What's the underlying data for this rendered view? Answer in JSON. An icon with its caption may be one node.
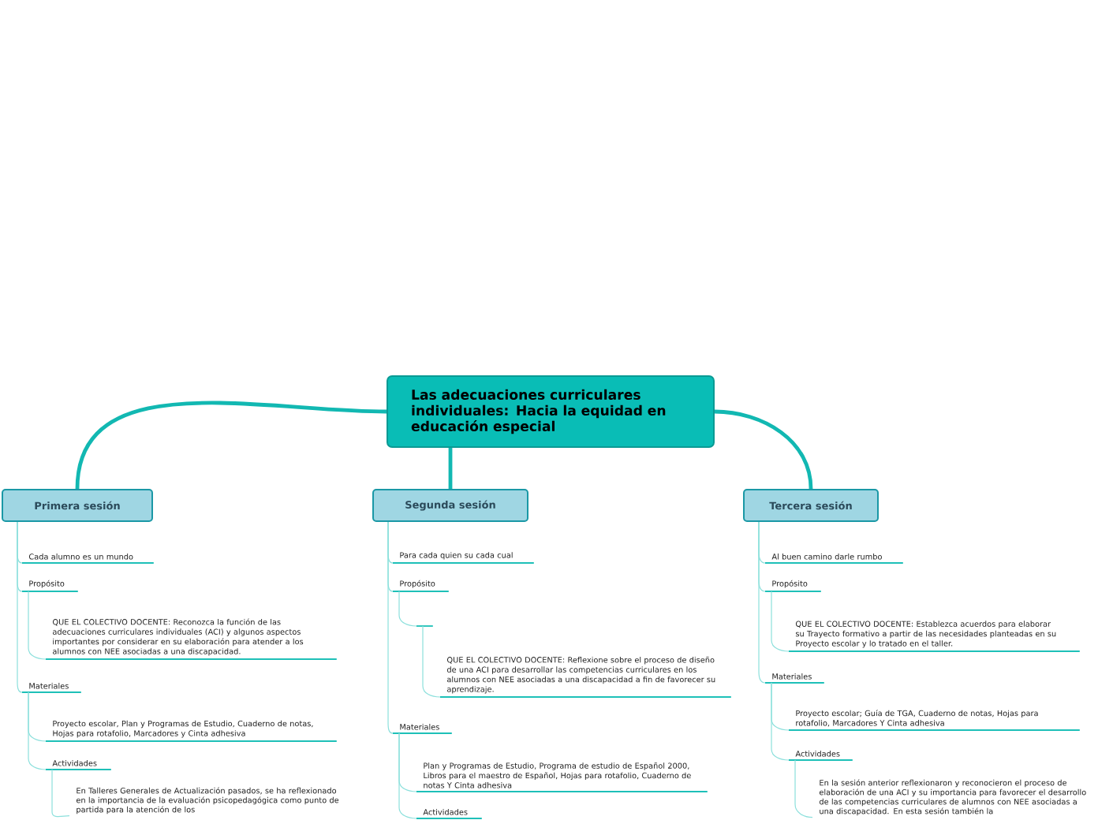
{
  "diagram": {
    "nodes": [
      {
        "text": [
          "Las adecuaciones curriculares individuales: Hacia la equidad en educación especial"
        ]
      },
      {
        "text": [
          "Primera sesión"
        ]
      },
      {
        "text": [
          "Segunda sesión"
        ]
      },
      {
        "text": [
          "Tercera sesión"
        ]
      },
      {
        "text": [
          "Cada alumno es un mundo"
        ]
      },
      {
        "text": [
          "Propósito"
        ]
      },
      {
        "text": [
          "QUE EL COLECTIVO DOCENTE:   Reconozca la función de las adecuaciones curriculares individuales (ACI) y algunos aspectos importantes por considerar en su elaboración para atender a los alumnos con NEE asociadas a una discapacidad."
        ]
      },
      {
        "text": [
          "Materiales"
        ]
      },
      {
        "text": [
          "Proyecto escolar, Plan y Programas de Estudio, Cuaderno de notas, Hojas para rotafolio, Marcadores y Cinta adhesiva"
        ]
      },
      {
        "text": [
          "Actividades"
        ]
      },
      {
        "text": [
          "En Talleres Generales de Actualización pasados, se ha reflexionado en la importancia de  la evaluación psicopedagógica como punto de partida para la atención de los"
        ]
      },
      {
        "text": [
          "Para cada quien su cada cual"
        ]
      },
      {
        "text": [
          "Propósito"
        ]
      },
      {
        "text": [],
        "shape": "bar"
      },
      {
        "text": [
          "QUE EL COLECTIVO DOCENTE:  Reflexione sobre el proceso de diseño de una ACI para desarrollar las competencias curriculares en los alumnos con NEE asociadas a una discapacidad a fin de favorecer su aprendizaje."
        ]
      },
      {
        "text": [
          "Materiales"
        ]
      },
      {
        "text": [
          "Plan y Programas de Estudio, Programa de estudio de Español 2000, Libros para el maestro de Español, Hojas para rotafolio, Cuaderno de notas Y Cinta adhesiva"
        ]
      },
      {
        "text": [
          "Actividades"
        ]
      },
      {
        "text": [
          "Al buen camino darle rumbo"
        ]
      },
      {
        "text": [
          "Propósito"
        ]
      },
      {
        "text": [
          "QUE EL COLECTIVO DOCENTE:  Establezca acuerdos para elaborar su Trayecto formativo a partir de las necesidades planteadas en su Proyecto escolar y lo tratado en el taller."
        ]
      },
      {
        "text": [
          "Materiales"
        ]
      },
      {
        "text": [
          "Proyecto escolar; Guía de TGA, Cuaderno de notas, Hojas para rotafolio, Marcadores Y Cinta adhesiva"
        ]
      },
      {
        "text": [
          "Actividades"
        ]
      },
      {
        "text": [
          "En la sesión  anterior  reflexionaron y reconocieron el proceso de elaboración de una ACI y su importancia para favorecer el desarrollo de las competencias curriculares de alumnos con NEE asociadas a una discapacidad. En esta sesión también la"
        ]
      }
    ],
    "edges": [
      {
        "from": 0,
        "to": 1,
        "arrow": "none",
        "style": "thick",
        "color": "#12b8b2"
      },
      {
        "from": 0,
        "to": 2,
        "arrow": "none",
        "style": "thick",
        "color": "#12b8b2"
      },
      {
        "from": 0,
        "to": 3,
        "arrow": "none",
        "style": "thick",
        "color": "#12b8b2"
      },
      {
        "from": 1,
        "to": 4,
        "arrow": "none"
      },
      {
        "from": 1,
        "to": 5,
        "arrow": "none"
      },
      {
        "from": 5,
        "to": 6,
        "arrow": "none"
      },
      {
        "from": 1,
        "to": 7,
        "arrow": "none"
      },
      {
        "from": 7,
        "to": 8,
        "arrow": "none"
      },
      {
        "from": 7,
        "to": 9,
        "arrow": "none"
      },
      {
        "from": 9,
        "to": 10,
        "arrow": "none"
      },
      {
        "from": 2,
        "to": 11,
        "arrow": "none"
      },
      {
        "from": 2,
        "to": 12,
        "arrow": "none"
      },
      {
        "from": 12,
        "to": 13,
        "arrow": "none"
      },
      {
        "from": 13,
        "to": 14,
        "arrow": "none"
      },
      {
        "from": 2,
        "to": 15,
        "arrow": "none"
      },
      {
        "from": 15,
        "to": 16,
        "arrow": "none"
      },
      {
        "from": 15,
        "to": 17,
        "arrow": "none"
      },
      {
        "from": 3,
        "to": 18,
        "arrow": "none"
      },
      {
        "from": 3,
        "to": 19,
        "arrow": "none"
      },
      {
        "from": 19,
        "to": 20,
        "arrow": "none"
      },
      {
        "from": 3,
        "to": 21,
        "arrow": "none"
      },
      {
        "from": 21,
        "to": 22,
        "arrow": "none"
      },
      {
        "from": 21,
        "to": 23,
        "arrow": "none"
      },
      {
        "from": 23,
        "to": 24,
        "arrow": "none"
      }
    ]
  }
}
